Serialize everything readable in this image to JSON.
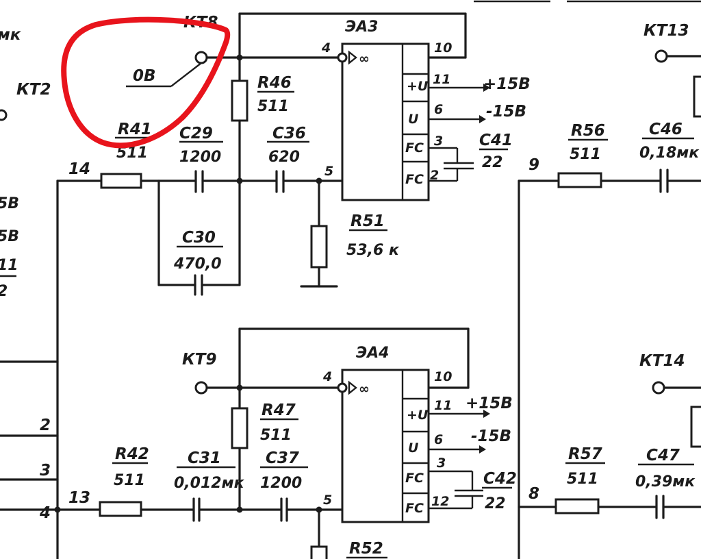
{
  "annotation": {
    "color": "#e8141c",
    "shape": "freehand-loop"
  },
  "test_points": {
    "kt8": "КТ8",
    "kt9": "КТ9",
    "kt13": "КТ13",
    "kt14": "КТ14",
    "kt2": "КТ2",
    "mk_top": "мк"
  },
  "upper_stage": {
    "ic": "ЭА3",
    "zero_label": "0В",
    "r41": {
      "ref": "R41",
      "value": "511"
    },
    "r46": {
      "ref": "R46",
      "value": "511"
    },
    "r51": {
      "ref": "R51",
      "value": "53,6 к"
    },
    "c29": {
      "ref": "C29",
      "value": "1200"
    },
    "c30": {
      "ref": "C30",
      "value": "470,0"
    },
    "c36": {
      "ref": "C36",
      "value": "620"
    },
    "c41": {
      "ref": "C41",
      "value": "22"
    },
    "node_in": "14",
    "pins": {
      "p4": "4",
      "p5": "5",
      "p10": "10",
      "p11": "11",
      "p6": "6",
      "p3": "3",
      "p2": "2"
    },
    "pin_labels": {
      "plus_u": "+U",
      "minus_u": "U",
      "fc1": "FC",
      "fc2": "FC"
    },
    "supply_pos": "+15В",
    "supply_neg": "-15В"
  },
  "lower_stage": {
    "ic": "ЭА4",
    "r42": {
      "ref": "R42",
      "value": "511"
    },
    "r47": {
      "ref": "R47",
      "value": "511"
    },
    "r52": {
      "ref": "R52"
    },
    "c31": {
      "ref": "C31",
      "value": "0,012мк"
    },
    "c37": {
      "ref": "C37",
      "value": "1200"
    },
    "c42": {
      "ref": "C42",
      "value": "22"
    },
    "node_in": "13",
    "pins": {
      "p4": "4",
      "p5": "5",
      "p10": "10",
      "p11": "11",
      "p6": "6",
      "p3": "3",
      "p12": "12"
    },
    "pin_labels": {
      "plus_u": "+U",
      "minus_u": "U",
      "fc1": "FC",
      "fc2": "FC"
    },
    "supply_pos": "+15В",
    "supply_neg": "-15В"
  },
  "right_stage": {
    "r56": {
      "ref": "R56",
      "value": "511"
    },
    "c46": {
      "ref": "C46",
      "value": "0,18мк"
    },
    "r57": {
      "ref": "R57",
      "value": "511"
    },
    "c47": {
      "ref": "C47",
      "value": "0,39мк"
    },
    "node_9": "9",
    "node_8": "8"
  },
  "left_edge": {
    "l1": "5В",
    "l2": "5В",
    "l3": "11",
    "l4": "2",
    "n2": "2",
    "n3": "3",
    "n4": "4"
  }
}
